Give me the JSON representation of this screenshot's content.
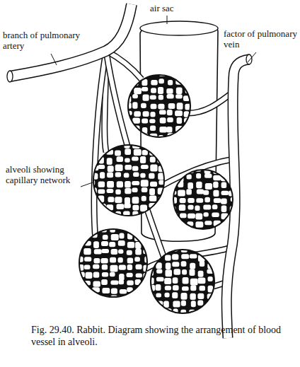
{
  "diagram": {
    "caption": "Fig. 29.40. Rabbit. Diagram showing the arrangement of blood vessel in alveoli.",
    "labels": [
      "air sac",
      "branch of pulmonary artery",
      "factor of pulmonary vein",
      "alveoli showing capillary network"
    ]
  }
}
